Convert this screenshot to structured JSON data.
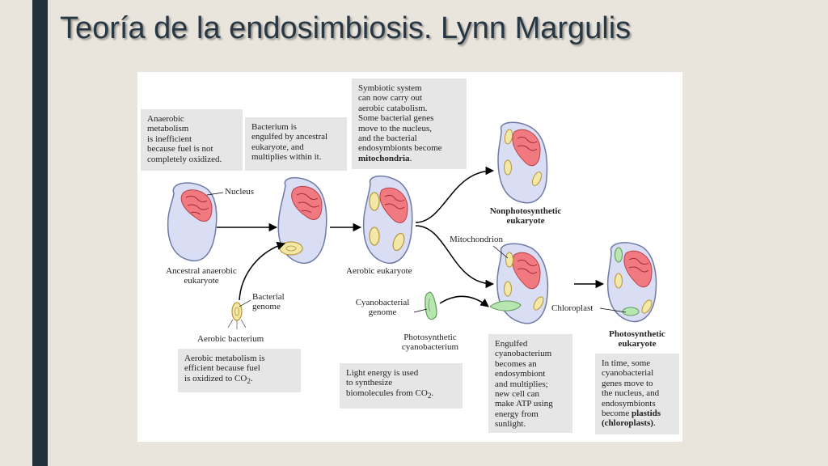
{
  "slide": {
    "title": "Teoría de la endosimbiosis.  Lynn Margulis"
  },
  "figure": {
    "boxes": {
      "anaerobic_note": "Anaerobic\nmetabolism\nis inefficient\nbecause fuel is not\ncompletely oxidized.",
      "engulfed_note": "Bacterium is\nengulfed by ancestral\neukaryote, and\nmultiplies within it.",
      "symbiotic_note_pre": "Symbiotic system\ncan now carry out\naerobic catabolism.\nSome bacterial genes\nmove to the nucleus,\nand the bacterial\nendosymbionts become\n",
      "symbiotic_note_bold": "mitochondria",
      "symbiotic_note_end": ".",
      "aerobic_note_pre": "Aerobic metabolism is\nefficient because fuel\nis oxidized to CO",
      "aerobic_note_sub": "2",
      "aerobic_note_end": ".",
      "light_note_pre": "Light energy is used\nto synthesize\nbiomolecules from CO",
      "light_note_sub": "2",
      "light_note_end": ".",
      "cyano_engulfed_note": "Engulfed\ncyanobacterium\nbecomes an\nendosymbiont\nand multiplies;\nnew cell can\nmake ATP using\nenergy from\nsunlight.",
      "plastid_note_pre": "In time, some\ncyanobacterial\ngenes move to\nthe nucleus, and\nendosymbionts\nbecome ",
      "plastid_note_bold": "plastids\n(chloroplasts)",
      "plastid_note_end": "."
    },
    "labels": {
      "nucleus": "Nucleus",
      "ancestral": "Ancestral anaerobic\neukaryote",
      "bacterial_genome": "Bacterial\ngenome",
      "aerobic_bacterium": "Aerobic bacterium",
      "aerobic_eukaryote": "Aerobic eukaryote",
      "nonphoto": "Nonphotosynthetic\neukaryote",
      "mitochondrion": "Mitochondrion",
      "cyano_genome": "Cyanobacterial\ngenome",
      "photo_cyano": "Photosynthetic\ncyanobacterium",
      "chloroplast": "Chloroplast",
      "photo_euk": "Photosynthetic\neukaryote"
    },
    "colors": {
      "cell_fill": "#d9def4",
      "cell_stroke": "#6f7aa6",
      "nucleus_fill": "#f07a80",
      "mito_fill": "#f3e8a8",
      "mito_stroke": "#b8963a",
      "chloro_fill": "#b7e6b0",
      "chloro_stroke": "#5f9a57",
      "arrow": "#000000"
    }
  }
}
